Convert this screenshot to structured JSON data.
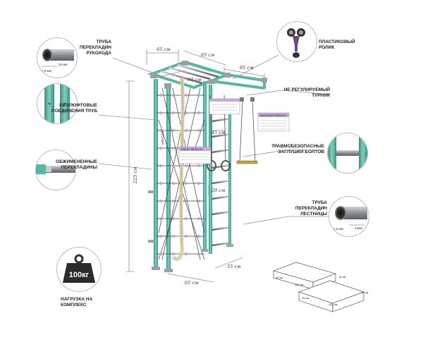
{
  "callouts": {
    "pipe_handle": "ТРУБА\nПЕРЕКЛАДИН\nРУКОХОДА",
    "plastic_roller": "ПЛАСТИКОВЫЙ\nРОЛИК",
    "seamless_joints": "БЕЗЛЮФТОВЫЕ\nСОЕДИНЕНИЯ ТРУБ",
    "non_adjustable_bar": "НЕ РЕГУЛИРУЕМЫЙ\nТУРНИК",
    "crimped_rungs": "ОБЖИМЕНЕННЫЕ\nПЕРЕКЛАДИНЫ",
    "safe_caps": "ТРАВМОБЕЗОПАСНЫЕ\nЗАГЛУШКИ БОЛТОВ",
    "ladder_pipe": "ТРУБА\nПЕРЕКЛАДИН\nЛЕСТНИЦЫ",
    "load": "НАГРУЗКА НА\nКОМПЛЕКС"
  },
  "weight_label": "100кг",
  "pipe_dims": {
    "top_diam": "25 мм",
    "top_wall": "1,5 мм",
    "bottom_diam": "42мм",
    "bottom_wall": "1,5 мм"
  },
  "dimensions": {
    "top_width": "65 см",
    "top_depth": "65 см",
    "overhang": "95 см",
    "inner": "60 см",
    "height": "225 см",
    "rung_gap": "45 см",
    "small_gap": "20 см",
    "base_depth": "55 см",
    "base_width": "65 см"
  },
  "accessory_labels": {
    "rope": "Канат Midzumi",
    "trapeze": "Трапеция Midzumi",
    "rings": "Кольца Midzumi"
  },
  "boxes": [
    {
      "length": "122 см",
      "width": "25 см",
      "height": "14 см"
    },
    {
      "length": "125 см",
      "width": "25 см",
      "height": "14 см"
    }
  ],
  "brand_vertical": "MIDZUMI",
  "colors": {
    "frame": "#5ab5a4",
    "frame_dark": "#3c8f81",
    "steel": "#8a8f96",
    "rope": "#d9cdb2",
    "label": "#222222"
  }
}
